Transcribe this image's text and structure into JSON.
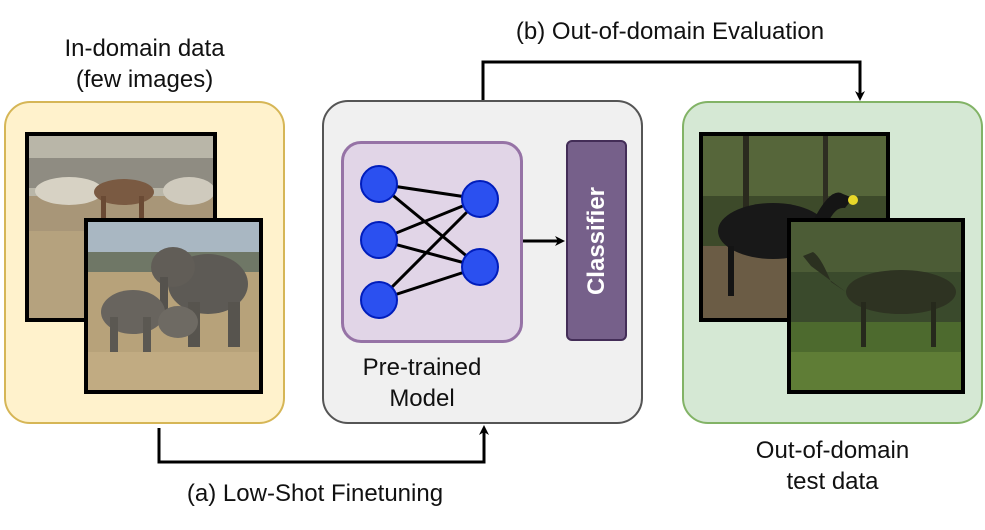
{
  "labels": {
    "in_domain": [
      "In-domain data",
      "(few images)"
    ],
    "out_domain": [
      "Out-of-domain",
      "test data"
    ],
    "model": [
      "Pre-trained",
      "Model"
    ],
    "classifier": "Classifier",
    "step_a": "(a) Low-Shot Finetuning",
    "step_b": "(b) Out-of-domain Evaluation"
  },
  "colors": {
    "in_domain_panel": "#fff2cc",
    "in_domain_border": "#d6b656",
    "model_panel": "#f0f0f0",
    "out_domain_panel": "#d5e8d4",
    "out_domain_border": "#82b366",
    "nn_box": "#e1d5e7",
    "neuron": "#2b50f0",
    "classifier": "#76608a"
  },
  "photos": {
    "in_domain_back": "cattle-grassland-photo",
    "in_domain_front": "elephant-herd-photo",
    "out_domain_back": "camera-trap-bird-photo",
    "out_domain_front": "camera-trap-night-photo"
  },
  "network": {
    "layers": [
      3,
      2
    ]
  }
}
